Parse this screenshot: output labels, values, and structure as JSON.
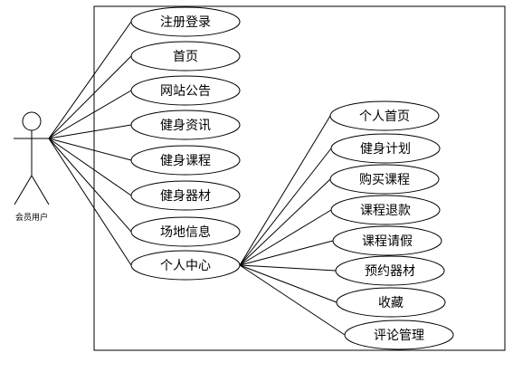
{
  "actor": {
    "label": "会员用户"
  },
  "left_use_cases": [
    {
      "label": "注册登录"
    },
    {
      "label": "首页"
    },
    {
      "label": "网站公告"
    },
    {
      "label": "健身资讯"
    },
    {
      "label": "健身课程"
    },
    {
      "label": "健身器材"
    },
    {
      "label": "场地信息"
    }
  ],
  "hub_use_case": {
    "label": "个人中心"
  },
  "right_use_cases": [
    {
      "label": "个人首页"
    },
    {
      "label": "健身计划"
    },
    {
      "label": "购买课程"
    },
    {
      "label": "课程退款"
    },
    {
      "label": "课程请假"
    },
    {
      "label": "预约器材"
    },
    {
      "label": "收藏"
    },
    {
      "label": "评论管理"
    }
  ]
}
